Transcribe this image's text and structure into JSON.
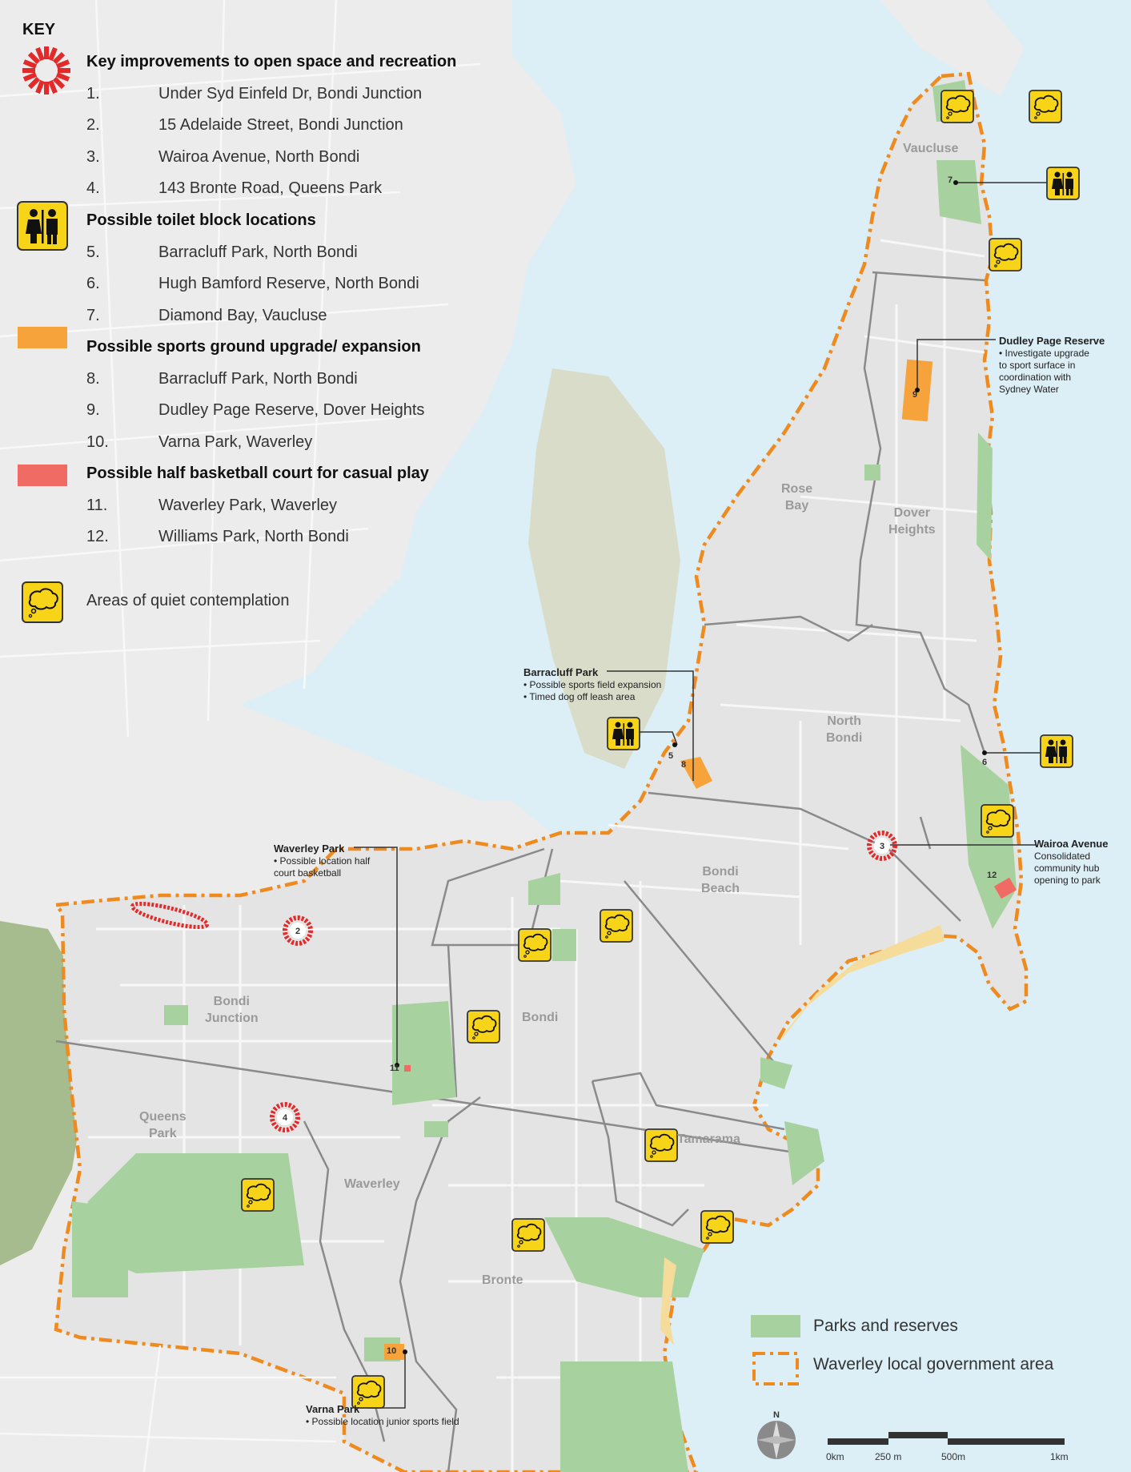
{
  "key": {
    "title": "KEY",
    "sections": [
      {
        "heading": "Key improvements to open space and recreation",
        "icon": "red-star-icon",
        "items": [
          {
            "n": "1.",
            "t": "Under Syd Einfeld Dr, Bondi Junction"
          },
          {
            "n": "2.",
            "t": "15 Adelaide Street, Bondi Junction"
          },
          {
            "n": "3.",
            "t": "Wairoa Avenue, North Bondi"
          },
          {
            "n": "4.",
            "t": "143 Bronte Road, Queens Park"
          }
        ]
      },
      {
        "heading": "Possible toilet block locations",
        "icon": "toilet-icon",
        "items": [
          {
            "n": "5.",
            "t": "Barracluff Park, North Bondi"
          },
          {
            "n": "6.",
            "t": "Hugh Bamford Reserve, North Bondi"
          },
          {
            "n": "7.",
            "t": "Diamond Bay, Vaucluse"
          }
        ]
      },
      {
        "heading": "Possible sports ground upgrade/ expansion",
        "icon": "orange-swatch",
        "items": [
          {
            "n": "8.",
            "t": "Barracluff Park, North Bondi"
          },
          {
            "n": "9.",
            "t": "Dudley Page Reserve, Dover Heights"
          },
          {
            "n": "10.",
            "t": "Varna Park, Waverley"
          }
        ]
      },
      {
        "heading": "Possible half basketball court for casual play",
        "icon": "red-swatch",
        "items": [
          {
            "n": "11.",
            "t": "Waverley Park, Waverley"
          },
          {
            "n": "12.",
            "t": "Williams Park, North Bondi"
          }
        ]
      }
    ],
    "quiet": {
      "label": "Areas of quiet contemplation",
      "icon": "thought-bubble-icon"
    }
  },
  "legend": {
    "parks": "Parks and reserves",
    "lga": "Waverley local government area"
  },
  "places": {
    "vaucluse": "Vaucluse",
    "rose_bay": [
      "Rose",
      "Bay"
    ],
    "dover_heights": [
      "Dover",
      "Heights"
    ],
    "north_bondi": [
      "North",
      "Bondi"
    ],
    "bondi_beach": [
      "Bondi",
      "Beach"
    ],
    "bondi_junction": [
      "Bondi",
      "Junction"
    ],
    "bondi": "Bondi",
    "queens_park": [
      "Queens",
      "Park"
    ],
    "waverley": "Waverley",
    "tamarama": "Tamarama",
    "bronte": "Bronte"
  },
  "callouts": {
    "dudley": {
      "title": "Dudley Page Reserve",
      "lines": [
        "• Investigate upgrade",
        "to sport surface in",
        "coordination with",
        "Sydney Water"
      ]
    },
    "barracluff": {
      "title": "Barracluff Park",
      "lines": [
        "• Possible sports field expansion",
        "• Timed dog off leash area"
      ]
    },
    "waverley_park": {
      "title": "Waverley Park",
      "lines": [
        "• Possible location half",
        "court basketball"
      ]
    },
    "wairoa": {
      "title": "Wairoa Avenue",
      "lines": [
        "Consolidated",
        "community hub",
        "opening to park"
      ]
    },
    "varna": {
      "title": "Varna Park",
      "lines": [
        "• Possible location junior sports field"
      ]
    }
  },
  "markers": {
    "m2": "2",
    "m3": "3",
    "m4": "4",
    "n5": "5",
    "n6": "6",
    "n7": "7",
    "n8": "8",
    "n9": "9",
    "n10": "10",
    "n11": "11",
    "n12": "12"
  },
  "scale": {
    "labels": [
      "0km",
      "250 m",
      "500m",
      "1km"
    ],
    "north": "N"
  },
  "colors": {
    "water": "#dceef6",
    "land": "#ebebeb",
    "park": "#a8d1a0",
    "boundary": "#ef8a1f",
    "sports": "#f5a33a",
    "court": "#ef6b63",
    "icon_yellow": "#f7d417",
    "sand": "#f6dc9a"
  }
}
